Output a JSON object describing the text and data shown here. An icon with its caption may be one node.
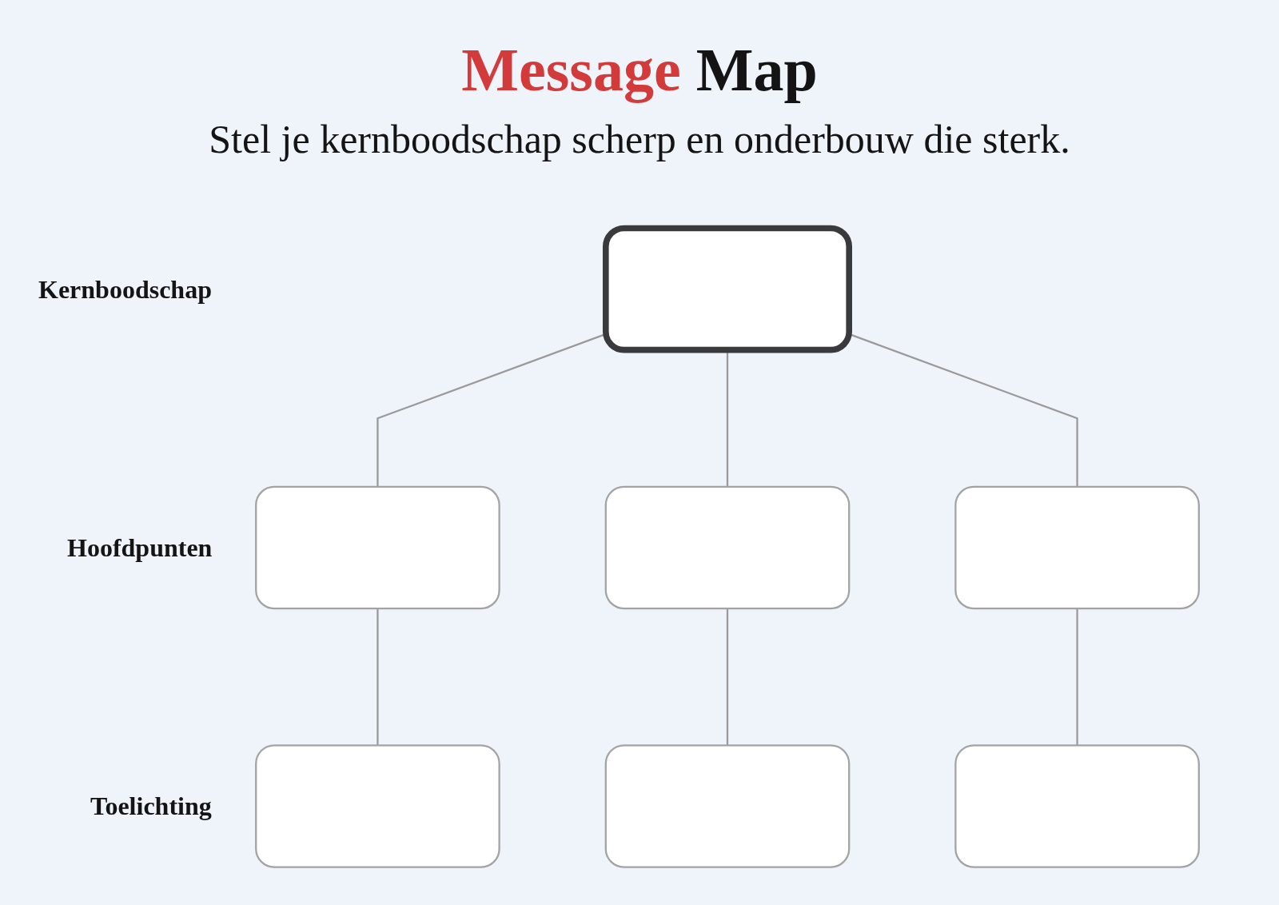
{
  "diagram": {
    "title": "Message Map",
    "nodes": [
      {
        "text": [],
        "shape": "box"
      },
      {
        "text": [],
        "shape": "box"
      },
      {
        "text": [],
        "shape": "box"
      },
      {
        "text": [],
        "shape": "box"
      },
      {
        "text": [],
        "shape": "box"
      },
      {
        "text": [],
        "shape": "box"
      },
      {
        "text": [],
        "shape": "box"
      }
    ],
    "edges": [
      {
        "from": 0,
        "to": 1,
        "arrow": "none"
      },
      {
        "from": 0,
        "to": 2,
        "arrow": "none"
      },
      {
        "from": 0,
        "to": 3,
        "arrow": "none"
      },
      {
        "from": 1,
        "to": 4,
        "arrow": "none"
      },
      {
        "from": 2,
        "to": 5,
        "arrow": "none"
      },
      {
        "from": 3,
        "to": 6,
        "arrow": "none"
      }
    ],
    "labels": [
      "Stel je kernboodschap scherp en onderbouw die sterk.",
      "Kernboodschap",
      "Hoofdpunten",
      "Toelichting"
    ]
  }
}
